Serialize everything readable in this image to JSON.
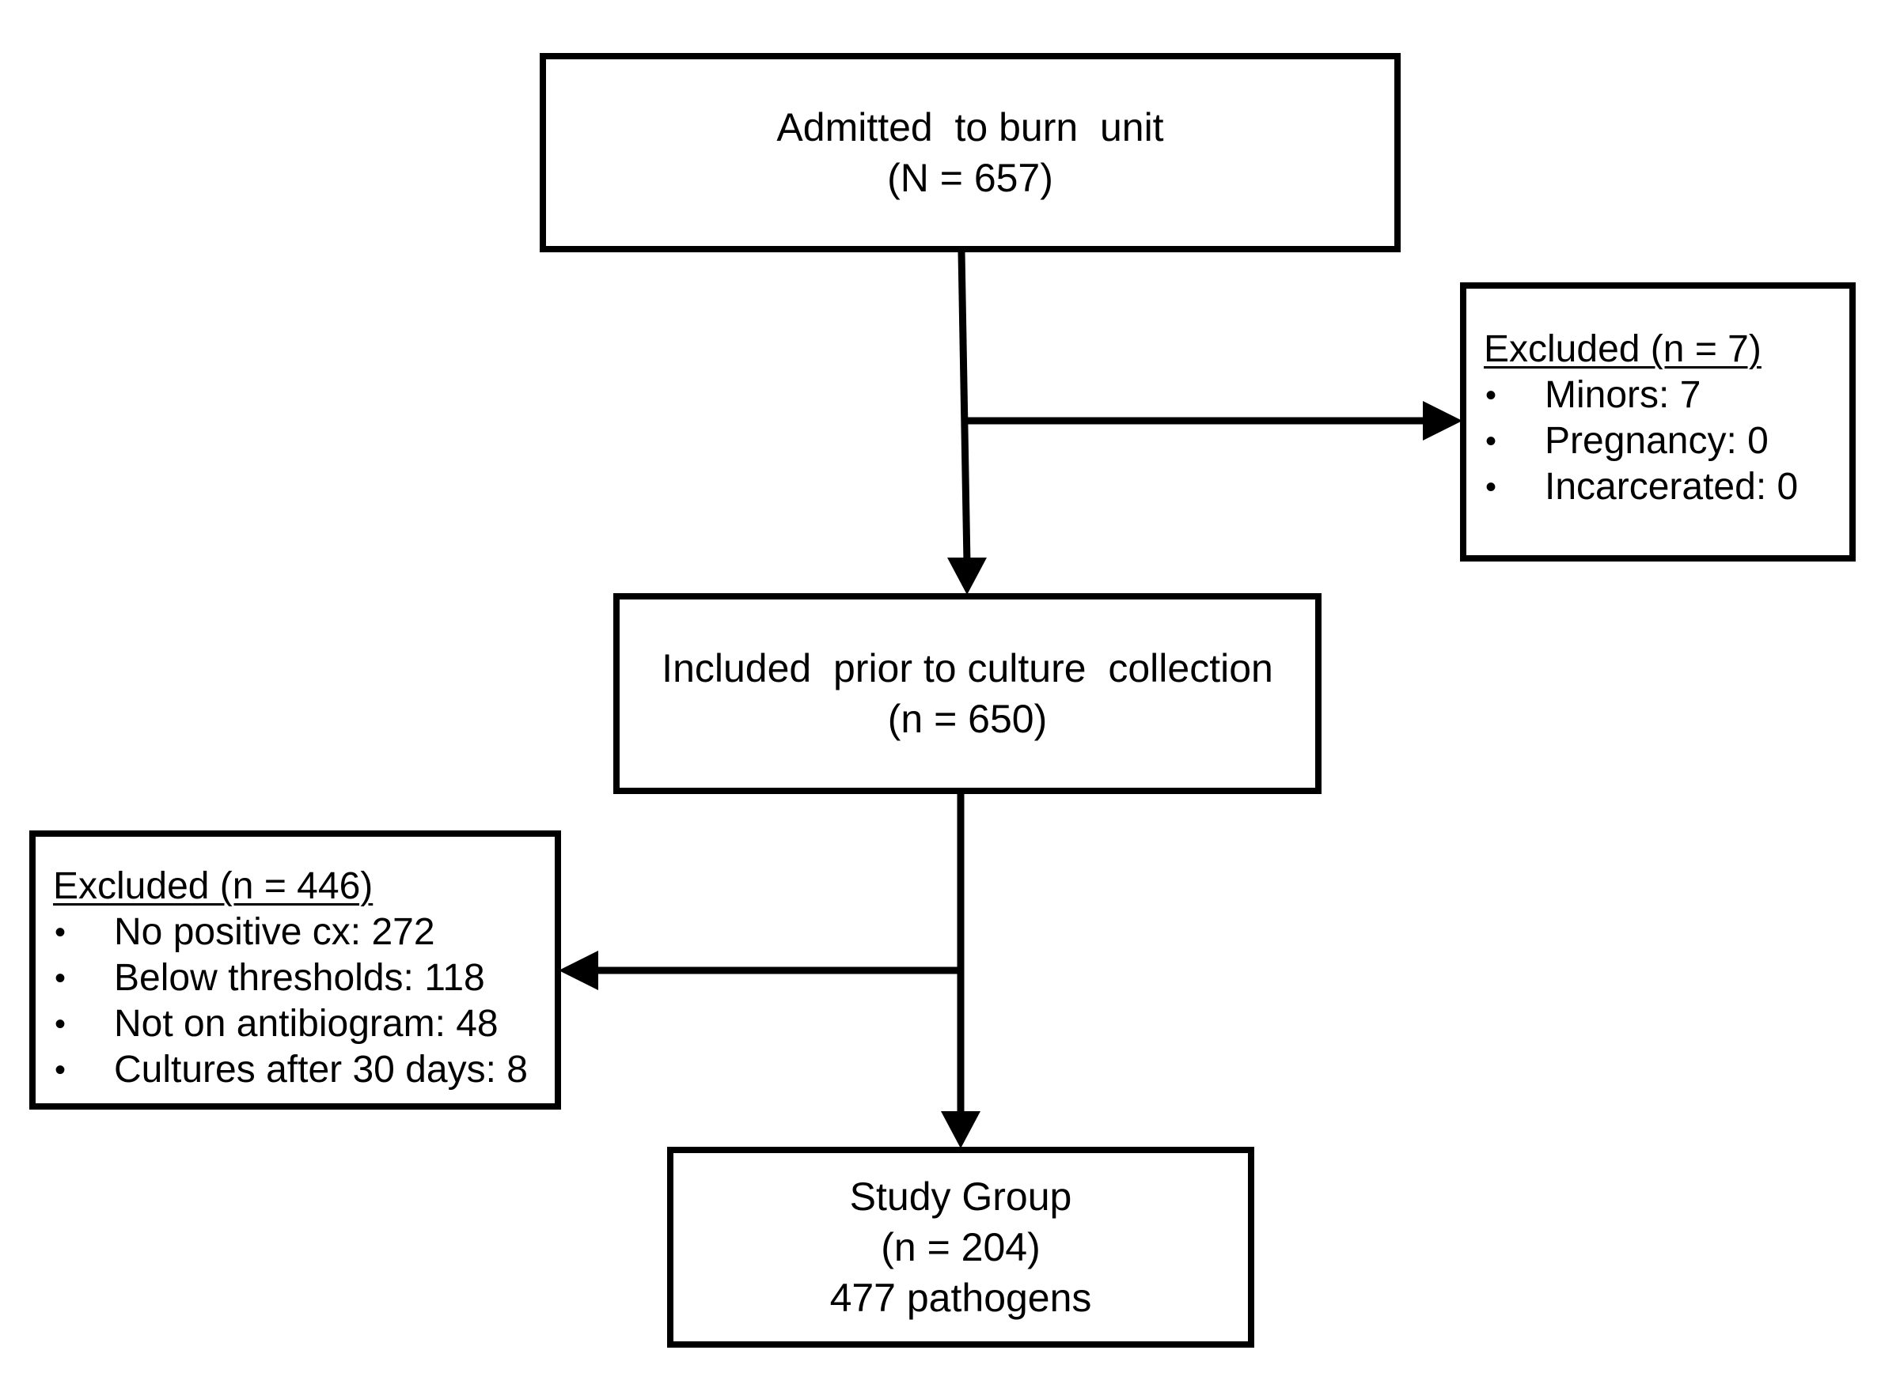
{
  "nodes": {
    "admitted": {
      "line1": "Admitted  to burn  unit",
      "line2": "(N = 657)"
    },
    "excluded_first": {
      "heading": "Excluded (n = 7)",
      "items": [
        "Minors: 7",
        "Pregnancy: 0",
        "Incarcerated: 0"
      ]
    },
    "included": {
      "line1": "Included  prior to culture  collection",
      "line2": "(n = 650)"
    },
    "excluded_second": {
      "heading": "Excluded (n = 446)",
      "items": [
        "No positive cx: 272",
        "Below thresholds: 118",
        "Not on antibiogram: 48",
        "Cultures after 30 days: 8"
      ]
    },
    "study_group": {
      "line1": "Study Group",
      "line2": "(n = 204)",
      "line3": "477 pathogens"
    }
  },
  "bullet_glyph": "•",
  "colors": {
    "stroke": "#000000",
    "background": "#ffffff"
  }
}
